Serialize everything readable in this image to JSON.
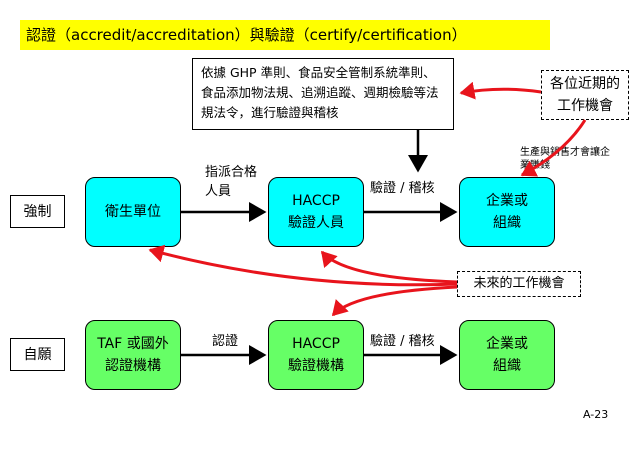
{
  "title": "認證（accredit/accreditation）與驗證（certify/certification）",
  "law_box": "依據 GHP 準則、食品安全管制系統準則、食品添加物法規、追溯追蹤、週期檢驗等法規法令，進行驗證與稽核",
  "recent_jobs": "各位近期的工作機會",
  "production_note": "生產與銷售才會讓企業賺錢",
  "future_jobs": "未來的工作機會",
  "rows": {
    "mandatory": {
      "label": "強制",
      "authority": "衛生單位",
      "assign_label": "指派合格人員",
      "middle": "HACCP 驗證人員",
      "verify_label": "驗證 / 稽核",
      "target": "企業或組織"
    },
    "voluntary": {
      "label": "自願",
      "authority": "TAF 或國外認證機構",
      "accredit_label": "認證",
      "middle": "HACCP 驗證機構",
      "verify_label": "驗證 / 稽核",
      "target": "企業或組織"
    }
  },
  "page_number": "A-23",
  "colors": {
    "cyan": "#00ffff",
    "green": "#66ff66",
    "highlight": "#ffff00",
    "red_arrow": "#e8141c"
  }
}
